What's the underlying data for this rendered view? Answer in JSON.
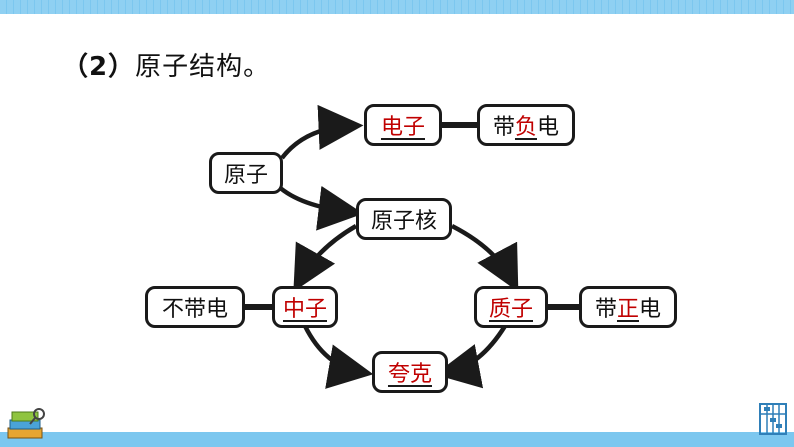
{
  "heading": {
    "num": "（2）",
    "text": "原子结构。"
  },
  "nodes": {
    "atom": "原子",
    "electron": "电子",
    "electron_charge": {
      "pre": "带",
      "ans": "负",
      "post": "电"
    },
    "nucleus": "原子核",
    "neutron_charge": "不带电",
    "neutron": "中子",
    "proton": "质子",
    "proton_charge": {
      "pre": "带",
      "ans": "正",
      "post": "电"
    },
    "quark": "夸克"
  },
  "colors": {
    "answer": "#c00000",
    "top_bar": "#7cc7ef"
  },
  "icons": {
    "bottom_left": "books-icon",
    "bottom_right": "abacus-icon"
  }
}
